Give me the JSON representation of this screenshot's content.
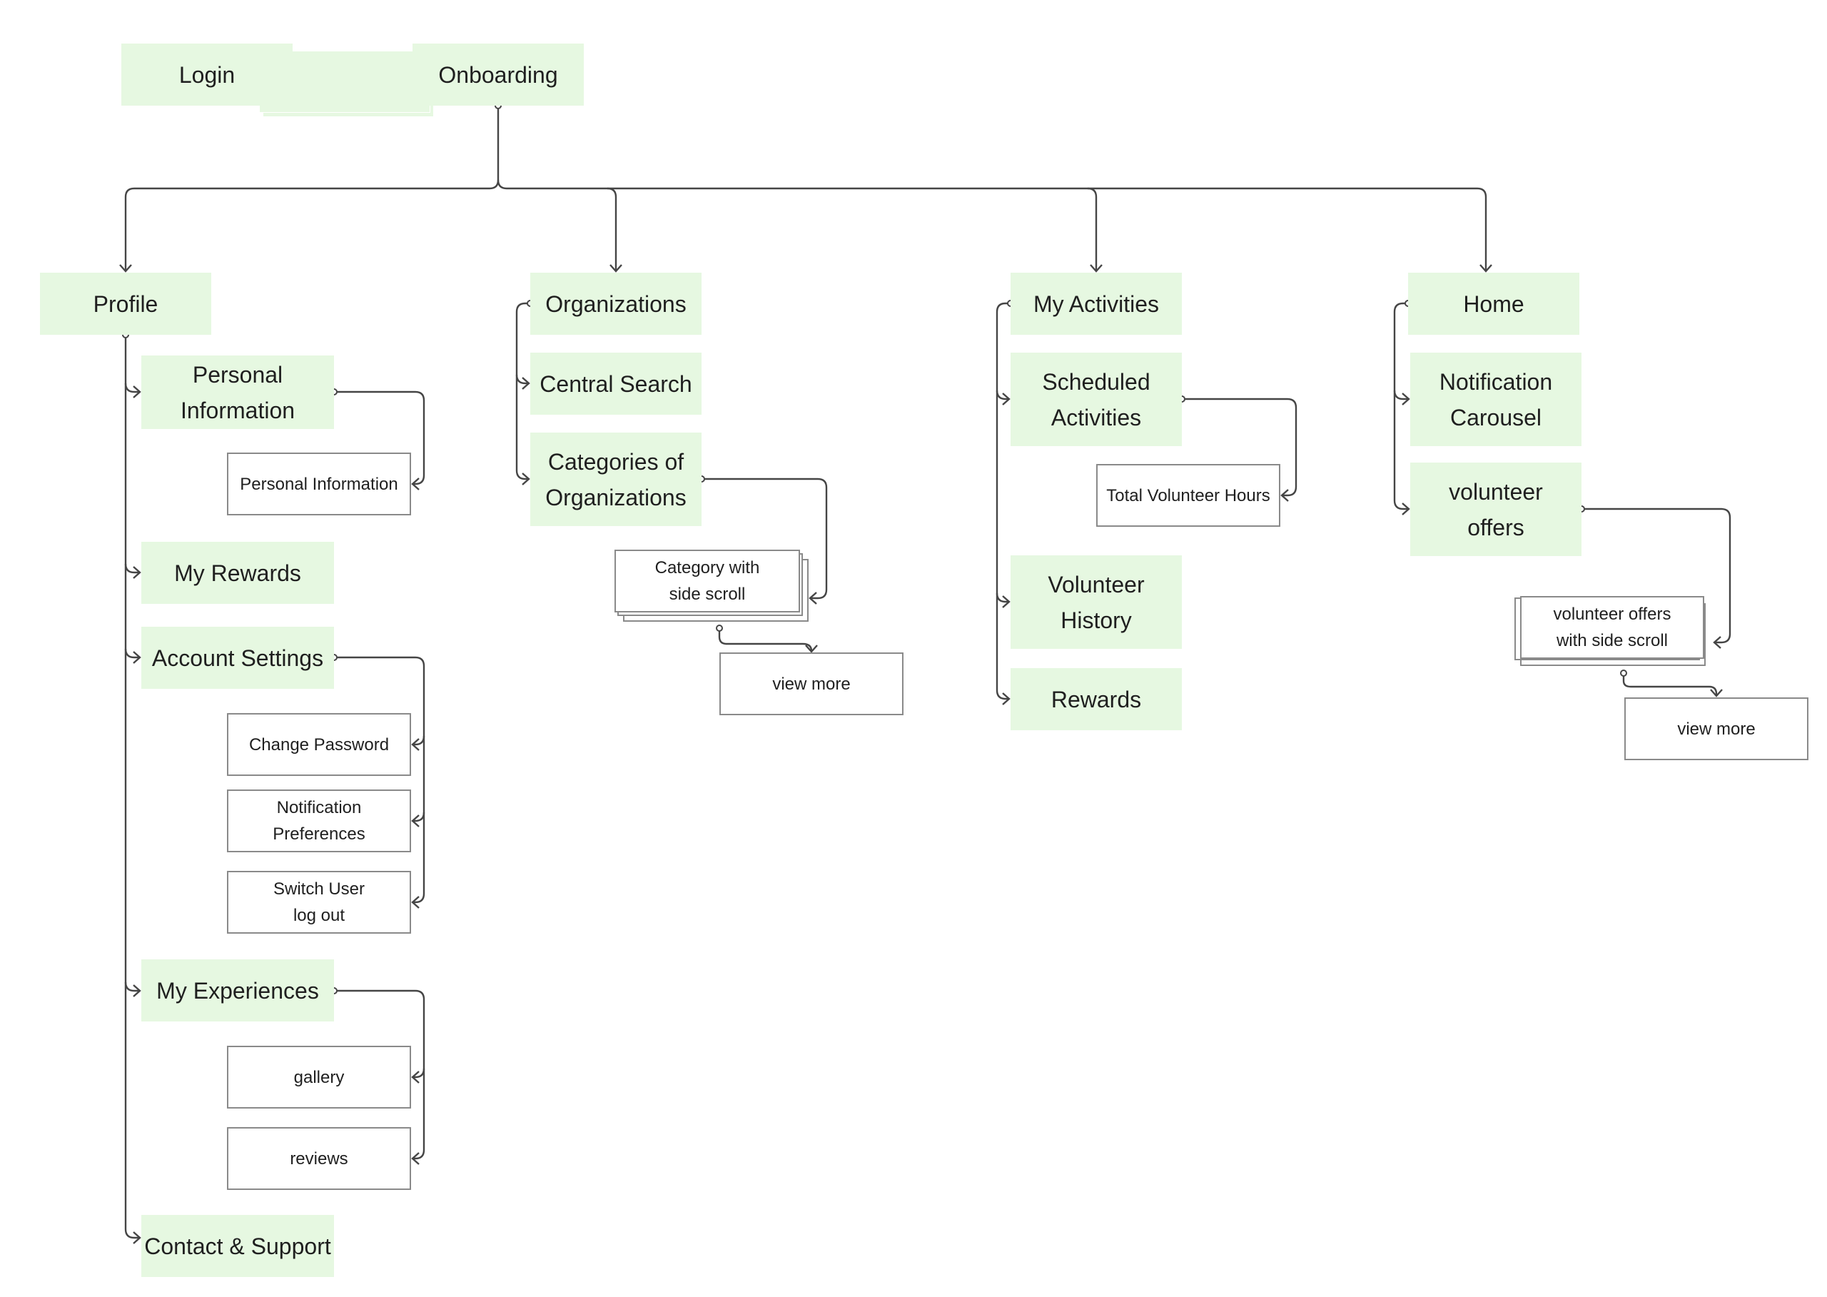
{
  "colors": {
    "screen_fill": "#e6f8e1",
    "sub_border": "#8a8a8a",
    "connector": "#454545",
    "text": "#1f1f1f"
  },
  "nodes": {
    "login": "Login",
    "onboarding": "Onboarding",
    "profile": "Profile",
    "personal_information": "Personal\nInformation",
    "personal_information_sub": "Personal Information",
    "my_rewards": "My Rewards",
    "account_settings": "Account Settings",
    "change_password": "Change Password",
    "notification_preferences": "Notification\nPreferences",
    "switch_user": "Switch User\nlog out",
    "my_experiences": "My Experiences",
    "gallery": "gallery",
    "reviews": "reviews",
    "contact_support": "Contact & Support",
    "organizations": "Organizations",
    "central_search": "Central Search",
    "categories_of_organizations": "Categories of\nOrganizations",
    "category_side_scroll": "Category with\nside scroll",
    "org_view_more": "view more",
    "my_activities": "My Activities",
    "scheduled_activities": "Scheduled\nActivities",
    "total_volunteer_hours": "Total Volunteer Hours",
    "volunteer_history": "Volunteer\nHistory",
    "rewards": "Rewards",
    "home": "Home",
    "notification_carousel": "Notification\nCarousel",
    "volunteer_offers": "volunteer\noffers",
    "volunteer_offers_side_scroll": "volunteer offers\nwith side scroll",
    "home_view_more": "view more"
  }
}
